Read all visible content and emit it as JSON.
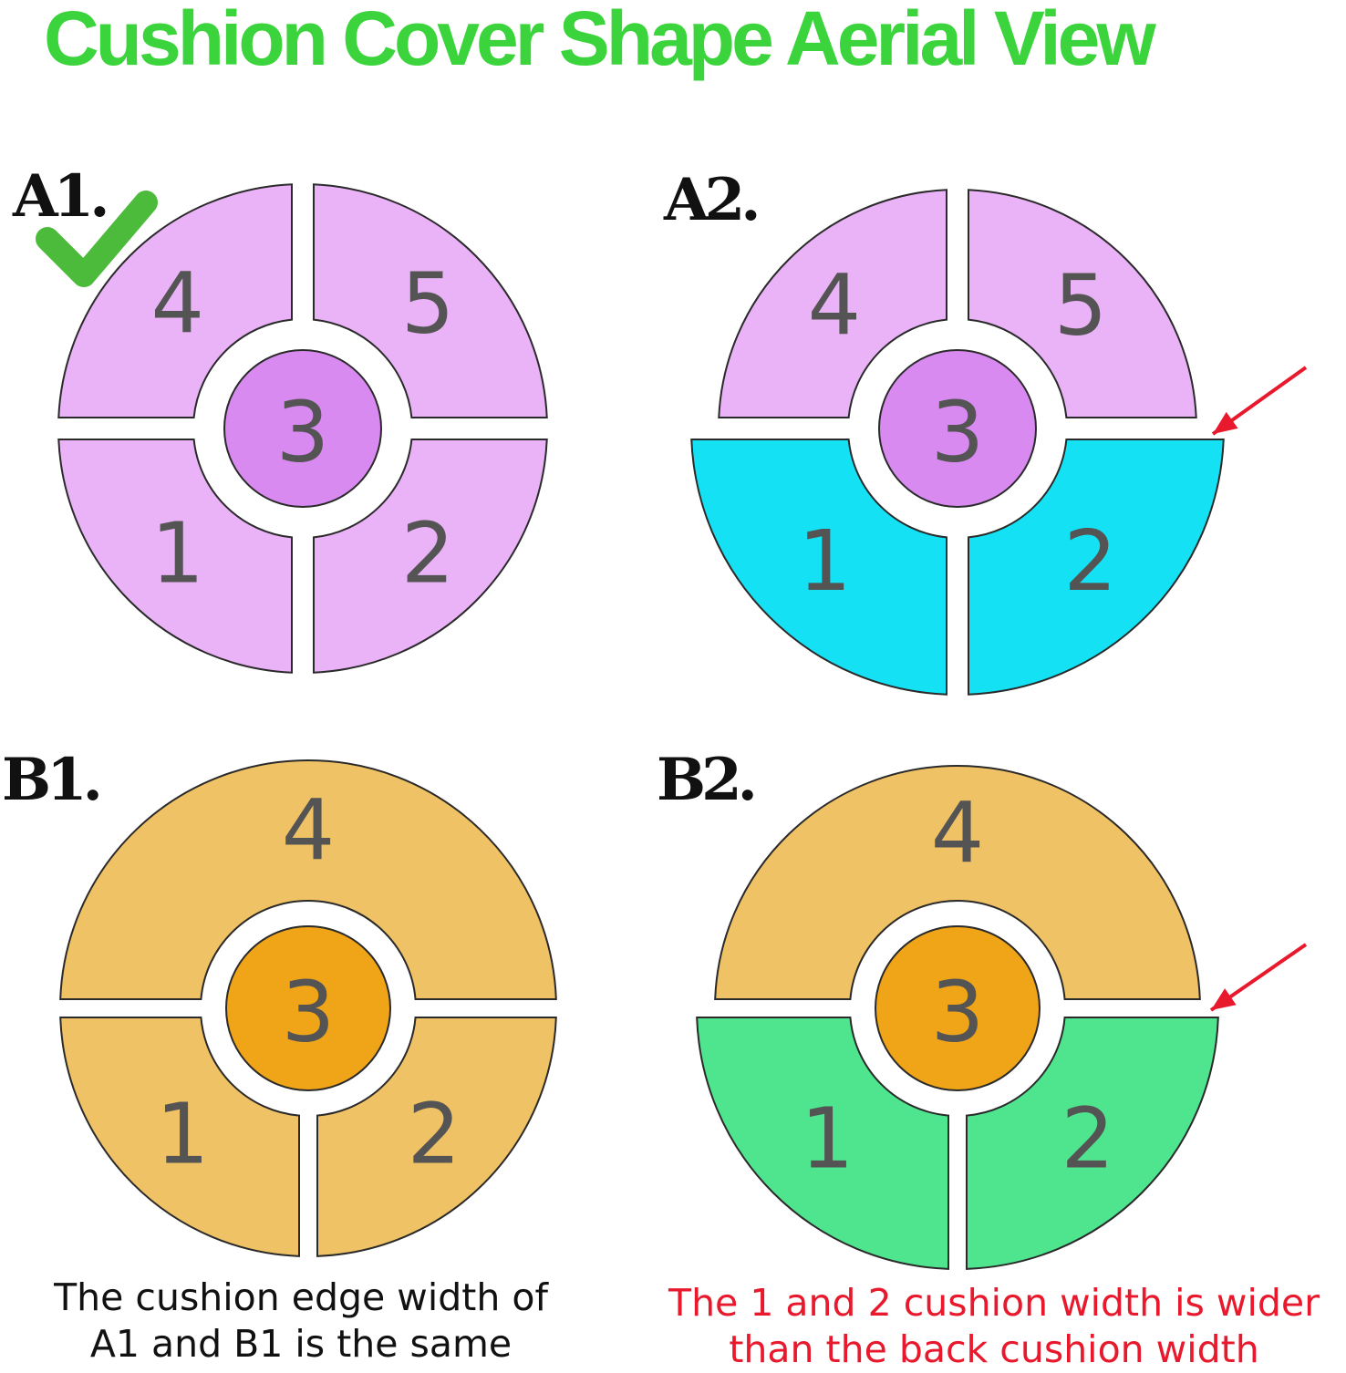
{
  "title": "Cushion Cover Shape Aerial View",
  "colors": {
    "title": "#3cd43c",
    "a_outer": "#eab3f7",
    "a_center": "#d88af0",
    "a2_front": "#14e2f4",
    "b_outer": "#f0c266",
    "b_center": "#f0a417",
    "b2_front": "#4fe48e",
    "number": "#545454",
    "arrow": "#e8192c",
    "check": "#4cba3a"
  },
  "panels": [
    {
      "id": "A1",
      "label": "A1.",
      "segments": [
        "4",
        "5",
        "3",
        "1",
        "2"
      ],
      "check_icon": "checkmark-icon"
    },
    {
      "id": "A2",
      "label": "A2.",
      "segments": [
        "4",
        "5",
        "3",
        "1",
        "2"
      ],
      "arrow_icon": "red-arrow-icon"
    },
    {
      "id": "B1",
      "label": "B1.",
      "segments": [
        "4",
        "3",
        "1",
        "2"
      ]
    },
    {
      "id": "B2",
      "label": "B2.",
      "segments": [
        "4",
        "3",
        "1",
        "2"
      ],
      "arrow_icon": "red-arrow-icon"
    }
  ],
  "captions": {
    "left": [
      "The cushion edge width of",
      "A1 and B1 is the same"
    ],
    "right": [
      "The 1 and 2 cushion width is wider",
      "than the back cushion width"
    ]
  }
}
